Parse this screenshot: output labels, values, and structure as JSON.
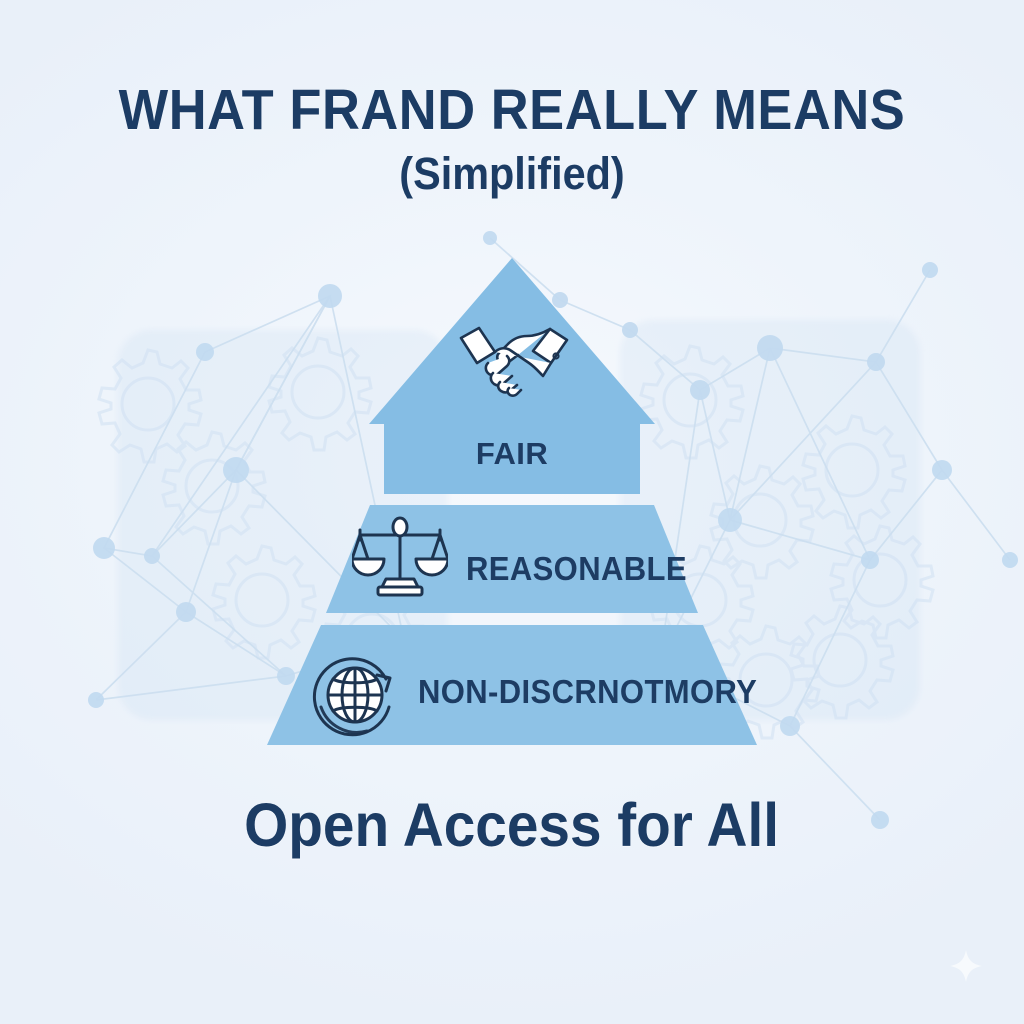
{
  "page": {
    "background_color": "#edf3fa",
    "accent_color": "#84bde4",
    "text_color": "#1c3c64"
  },
  "header": {
    "title": "WHAT FRAND REALLY MEANS",
    "subtitle": "(Simplified)"
  },
  "pyramid": {
    "tiers": [
      {
        "label": "FAIR",
        "icon": "handshake-icon",
        "shape": "arrow",
        "fill": "#84bde4"
      },
      {
        "label": "REASONABLE",
        "icon": "scales-of-justice-icon",
        "shape": "trapezoid",
        "fill": "#8ec2e6"
      },
      {
        "label": "NON-DISCRNOTMORY",
        "icon": "globe-refresh-icon",
        "shape": "trapezoid",
        "fill": "#8ec2e6"
      }
    ]
  },
  "footer": {
    "caption": "Open Access for All"
  },
  "decorations": {
    "background_pattern": "network-nodes-and-gears",
    "sparkle": "sparkle-icon"
  }
}
